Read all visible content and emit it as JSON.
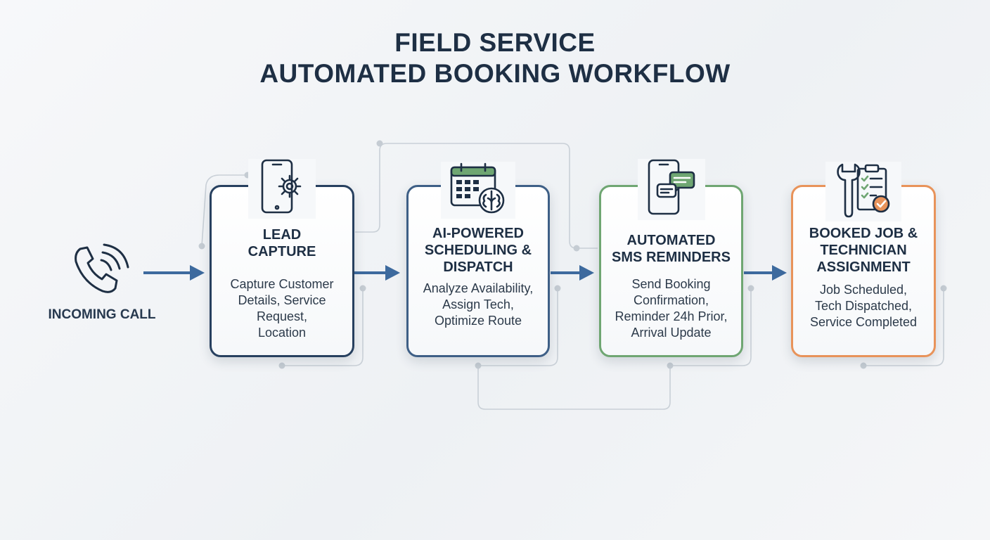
{
  "title": {
    "line1": "FIELD SERVICE",
    "line2": "AUTOMATED BOOKING WORKFLOW"
  },
  "start": {
    "label": "INCOMING CALL",
    "icon": "phone-ringing-icon"
  },
  "steps": [
    {
      "title": "LEAD\nCAPTURE",
      "description": "Capture Customer\nDetails, Service\nRequest,\nLocation",
      "icon": "smartphone-gear-icon",
      "color": "#27405f"
    },
    {
      "title": "AI-POWERED\nSCHEDULING &\nDISPATCH",
      "description": "Analyze Availability,\nAssign Tech,\nOptimize Route",
      "icon": "calendar-brain-icon",
      "color": "#3e5f86"
    },
    {
      "title": "AUTOMATED\nSMS REMINDERS",
      "description": "Send Booking\nConfirmation,\nReminder 24h Prior,\nArrival Update",
      "icon": "smartphone-chat-icon",
      "color": "#6fa672"
    },
    {
      "title": "BOOKED JOB &\nTECHNICIAN\nASSIGNMENT",
      "description": "Job Scheduled,\nTech Dispatched,\nService Completed",
      "icon": "wrench-checklist-icon",
      "color": "#e8935a"
    }
  ],
  "colors": {
    "arrow": "#3d6a9e",
    "connector": "#c5ccd3",
    "heading": "#1e2f44"
  }
}
